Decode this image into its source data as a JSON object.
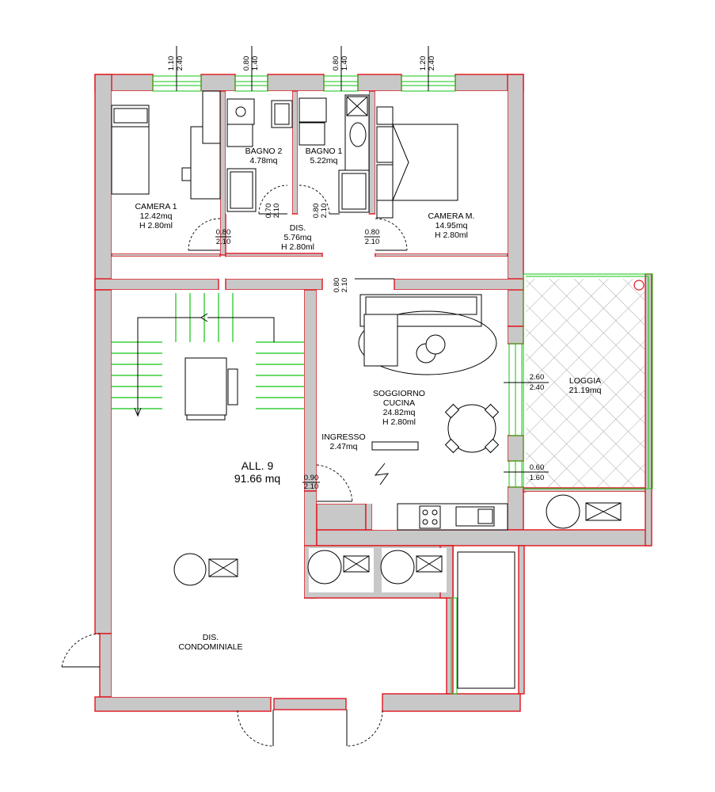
{
  "rooms": {
    "camera1": {
      "name": "CAMERA 1",
      "area": "12.42mq",
      "height": "H 2.80ml"
    },
    "bagno2": {
      "name": "BAGNO 2",
      "area": "4.78mq"
    },
    "bagno1": {
      "name": "BAGNO 1",
      "area": "5.22mq"
    },
    "camera_m": {
      "name": "CAMERA M.",
      "area": "14.95mq",
      "height": "H 2.80ml"
    },
    "dis": {
      "name": "DIS.",
      "area": "5.76mq",
      "height": "H 2.80ml"
    },
    "soggiorno": {
      "name": "SOGGIORNO",
      "name2": "CUCINA",
      "area": "24.82mq",
      "height": "H 2.80ml"
    },
    "loggia": {
      "name": "LOGGIA",
      "area": "21.19mq"
    },
    "ingresso": {
      "name": "INGRESSO",
      "area": "2.47mq"
    },
    "condominiale": {
      "name": "DIS.",
      "name2": "CONDOMINIALE"
    }
  },
  "unit": {
    "name": "ALL. 9",
    "area": "91.66  mq"
  },
  "windows_top": [
    {
      "w": "1.10",
      "h": "2.40"
    },
    {
      "w": "0.80",
      "h": "1.40"
    },
    {
      "w": "0.80",
      "h": "1.40"
    },
    {
      "w": "1.20",
      "h": "2.40"
    }
  ],
  "doors": {
    "camera1": {
      "w": "0.80",
      "h": "2.10"
    },
    "bagno2": {
      "w": "0.70",
      "h": "2.10"
    },
    "bagno1": {
      "w": "0.80",
      "h": "2.10"
    },
    "camera_m": {
      "w": "0.80",
      "h": "2.10"
    },
    "soggiorno": {
      "w": "0.80",
      "h": "2.10"
    },
    "ingresso": {
      "w": "0.90",
      "h": "2.10"
    },
    "loggia_1": {
      "w": "2.60",
      "h": "2.40"
    },
    "loggia_2": {
      "w": "0.60",
      "h": "1.60"
    }
  },
  "colors": {
    "wall_fill": "#c8c8c8",
    "wall_outline": "#e0141e",
    "window": "#11c411",
    "lines": "#000000"
  }
}
